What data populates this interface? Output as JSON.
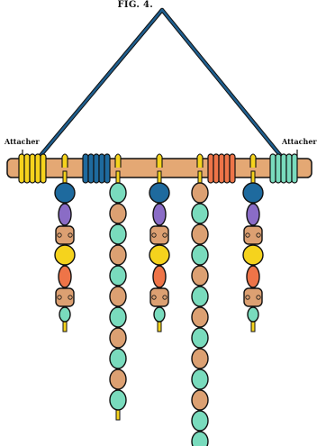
{
  "figure": {
    "title": "FIG. 4."
  },
  "labels": {
    "attacher_left": "Attacher",
    "attacher_right": "Attacher"
  },
  "colors": {
    "outline": "#111111",
    "hanger": "#1f5f8f",
    "stick": "#e4a874",
    "yellow": "#f5d31d",
    "navy": "#1e6a9e",
    "coral": "#ee7448",
    "mint": "#79dbbd",
    "purple": "#8a6cc6",
    "tan": "#dca072"
  },
  "strands": [
    {
      "name": "strand-1",
      "beads": [
        "navy-round",
        "purple-oval",
        "tan-cube",
        "yellow-round",
        "coral-oval",
        "tan-cube",
        "mint-small"
      ]
    },
    {
      "name": "strand-2",
      "beads": [
        "mint-oval",
        "tan-oval",
        "mint-oval",
        "tan-oval",
        "mint-oval",
        "tan-oval",
        "mint-oval",
        "tan-oval",
        "mint-oval",
        "tan-oval",
        "mint-oval"
      ]
    },
    {
      "name": "strand-3",
      "beads": [
        "navy-round",
        "purple-oval",
        "tan-cube",
        "yellow-round",
        "coral-oval",
        "tan-cube",
        "mint-small"
      ]
    },
    {
      "name": "strand-4",
      "beads": [
        "tan-oval",
        "mint-oval",
        "tan-oval",
        "mint-oval",
        "tan-oval",
        "mint-oval",
        "tan-oval",
        "mint-oval",
        "tan-oval",
        "mint-oval",
        "tan-oval",
        "mint-oval",
        "mint-oval"
      ]
    },
    {
      "name": "strand-5",
      "beads": [
        "navy-round",
        "purple-oval",
        "tan-cube",
        "yellow-round",
        "coral-oval",
        "tan-cube",
        "mint-small"
      ]
    }
  ]
}
